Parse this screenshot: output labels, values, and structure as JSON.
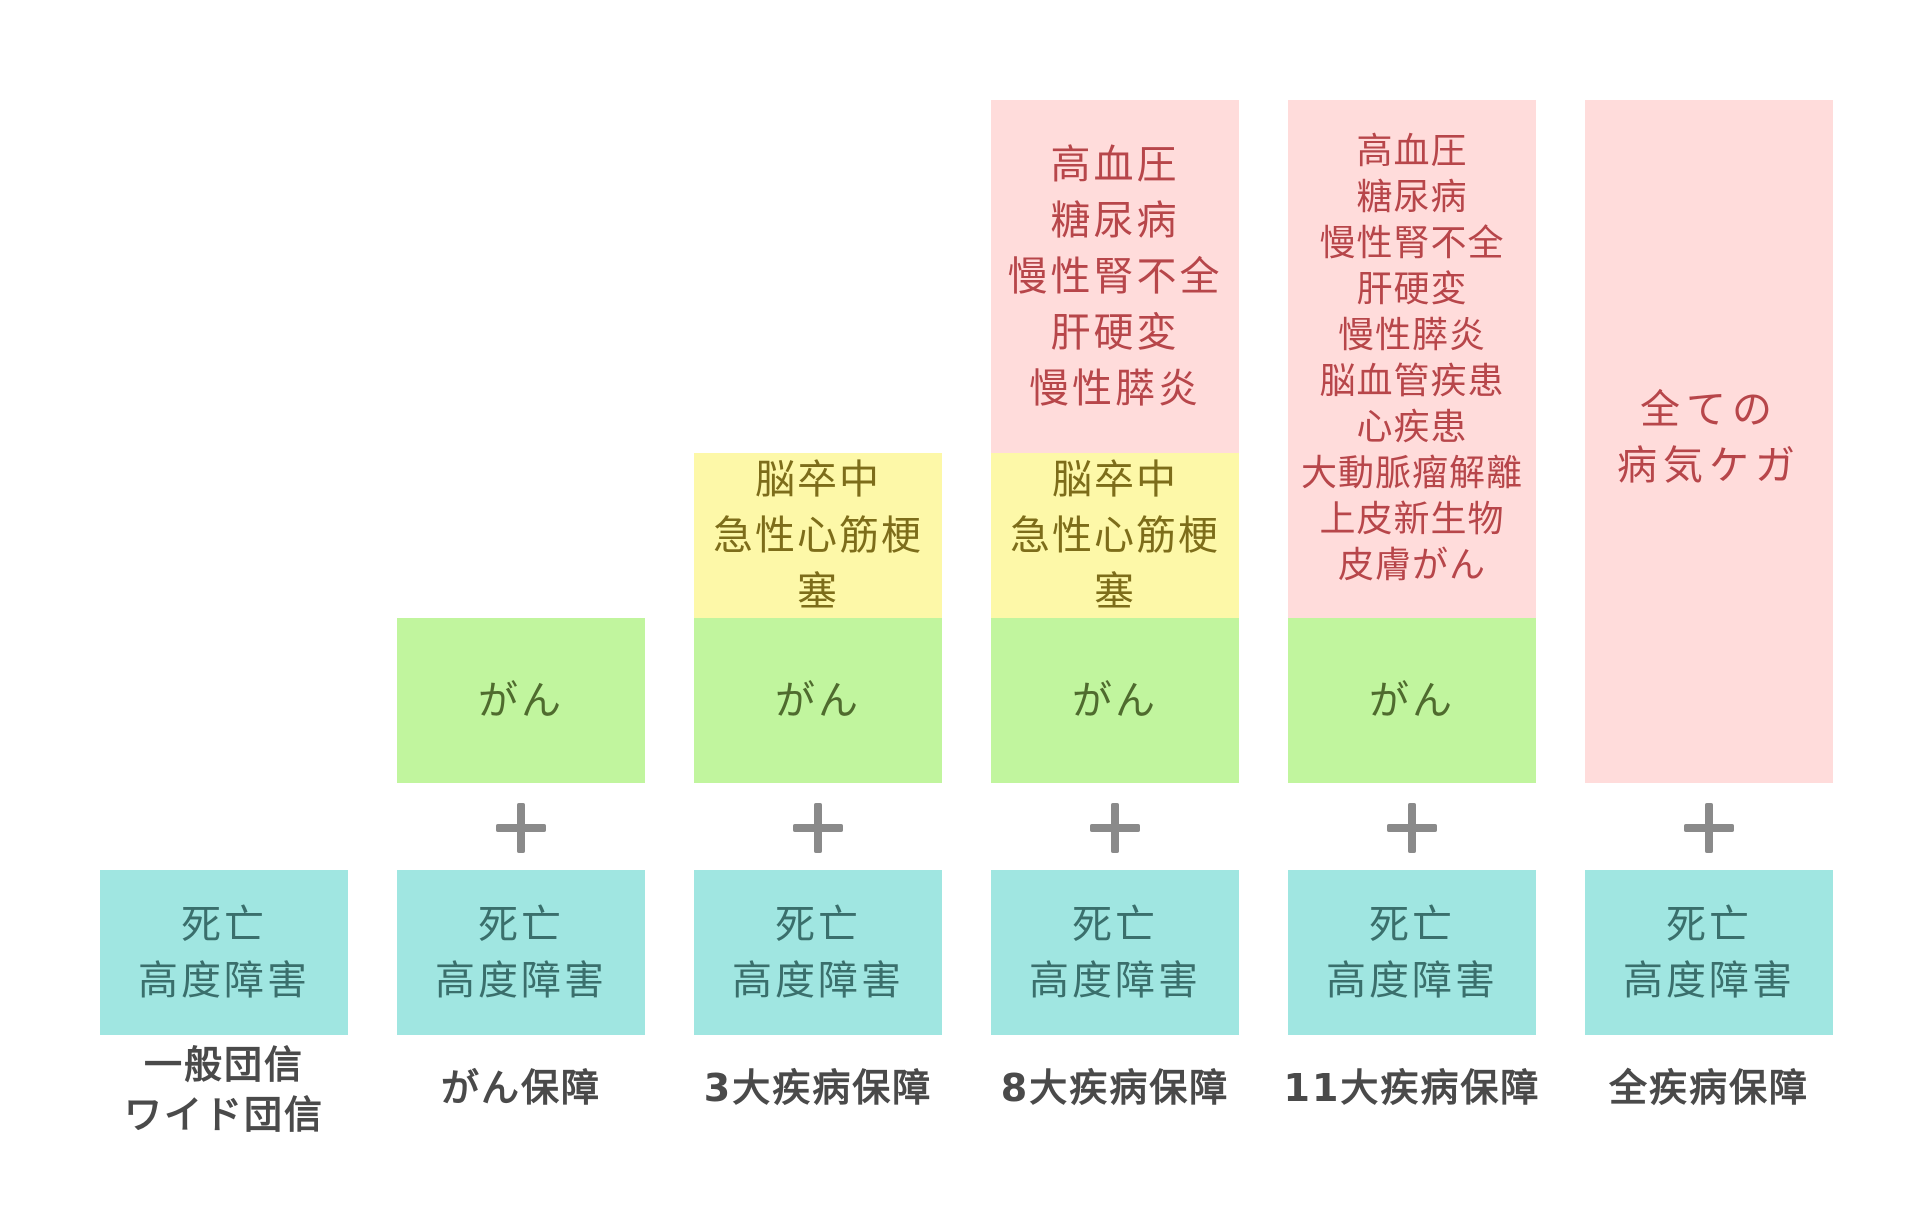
{
  "columns": [
    {
      "label": "一般団信\nワイド団信",
      "base": "死亡\n高度障害",
      "plus": false
    },
    {
      "label": "がん保障",
      "base": "死亡\n高度障害",
      "plus": true,
      "cancer": "がん"
    },
    {
      "label": "3大疾病保障",
      "base": "死亡\n高度障害",
      "plus": true,
      "cancer": "がん",
      "stroke": "脳卒中\n急性心筋梗塞"
    },
    {
      "label": "8大疾病保障",
      "base": "死亡\n高度障害",
      "plus": true,
      "cancer": "がん",
      "stroke": "脳卒中\n急性心筋梗塞",
      "extra": "高血圧\n糖尿病\n慢性腎不全\n肝硬変\n慢性膵炎"
    },
    {
      "label": "11大疾病保障",
      "base": "死亡\n高度障害",
      "plus": true,
      "cancer": "がん",
      "extra": "高血圧\n糖尿病\n慢性腎不全\n肝硬変\n慢性膵炎\n脳血管疾患\n心疾患\n大動脈瘤解離\n上皮新生物\n皮膚がん"
    },
    {
      "label": "全疾病保障",
      "base": "死亡\n高度障害",
      "plus": true,
      "extra": "全ての\n病気ケガ"
    }
  ],
  "colors": {
    "death": "#a0e6e1",
    "cancer": "#c1f59e",
    "stroke": "#fdf8a8",
    "extra": "#ffdcdb",
    "plus": "#8a8a8a"
  }
}
